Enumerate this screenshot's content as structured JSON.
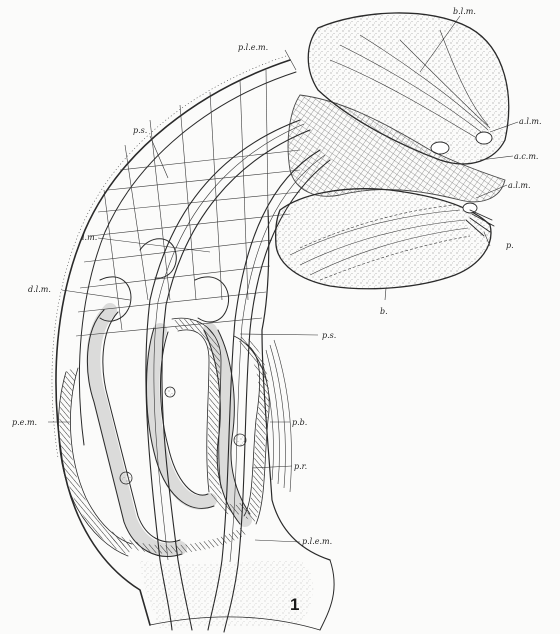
{
  "figure": {
    "number": "1",
    "ink_color": "#2a2a2a",
    "paper_color": "#fbfbfa"
  },
  "labels": {
    "b_l_m": "b.l.m.",
    "p_l_e_m_top": "p.l.e.m.",
    "p_s_upper": "p.s.",
    "a_l_m_upper": "a.l.m.",
    "a_c_m": "a.c.m.",
    "a_l_m_lower": "a.l.m.",
    "l_m": "l.m.",
    "p": "p.",
    "d_l_m": "d.l.m.",
    "b": "b.",
    "p_s_lower": "p.s.",
    "p_e_m": "p.e.m.",
    "p_b": "p.b.",
    "p_r": "p.r.",
    "p_l_e_m_bottom": "p.l.e.m."
  }
}
